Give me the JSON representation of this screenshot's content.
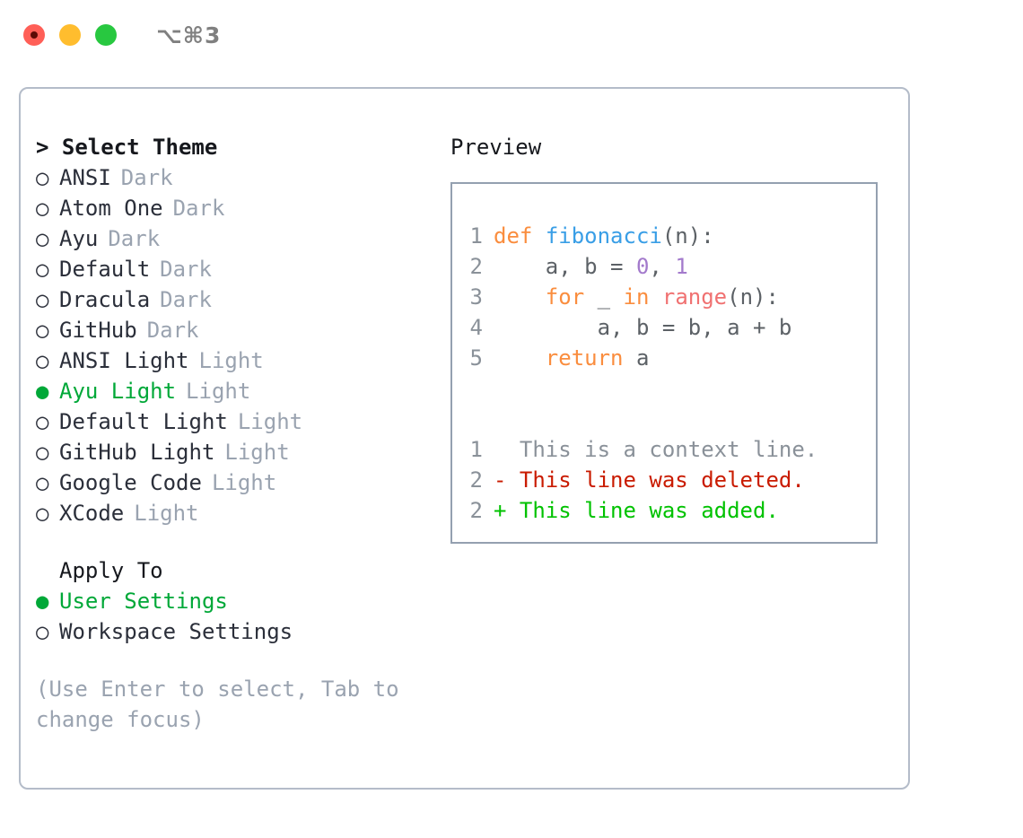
{
  "titlebar": {
    "shortcut": "⌥⌘3",
    "dots": [
      "close-red",
      "minimize-yellow",
      "maximize-green"
    ]
  },
  "theme_list": {
    "header": "> Select Theme",
    "items": [
      {
        "bullet": "○",
        "label": "ANSI",
        "tag": "Dark",
        "selected": false
      },
      {
        "bullet": "○",
        "label": "Atom One",
        "tag": "Dark",
        "selected": false
      },
      {
        "bullet": "○",
        "label": "Ayu",
        "tag": "Dark",
        "selected": false
      },
      {
        "bullet": "○",
        "label": "Default",
        "tag": "Dark",
        "selected": false
      },
      {
        "bullet": "○",
        "label": "Dracula",
        "tag": "Dark",
        "selected": false
      },
      {
        "bullet": "○",
        "label": "GitHub",
        "tag": "Dark",
        "selected": false
      },
      {
        "bullet": "○",
        "label": "ANSI Light",
        "tag": "Light",
        "selected": false
      },
      {
        "bullet": "●",
        "label": "Ayu Light",
        "tag": "Light",
        "selected": true
      },
      {
        "bullet": "○",
        "label": "Default Light",
        "tag": "Light",
        "selected": false
      },
      {
        "bullet": "○",
        "label": "GitHub Light",
        "tag": "Light",
        "selected": false
      },
      {
        "bullet": "○",
        "label": "Google Code",
        "tag": "Light",
        "selected": false
      },
      {
        "bullet": "○",
        "label": "XCode",
        "tag": "Light",
        "selected": false
      }
    ]
  },
  "apply_to": {
    "header": "Apply To",
    "items": [
      {
        "bullet": "●",
        "label": "User Settings",
        "selected": true
      },
      {
        "bullet": "○",
        "label": "Workspace Settings",
        "selected": false
      }
    ]
  },
  "hint": "(Use Enter to select, Tab to change focus)",
  "preview": {
    "title": "Preview",
    "code_lines": [
      {
        "num": "1",
        "tokens": [
          {
            "t": "def",
            "c": "tok-kw"
          },
          {
            "t": " ",
            "c": "tok-pun"
          },
          {
            "t": "fibonacci",
            "c": "tok-fn"
          },
          {
            "t": "(n):",
            "c": "tok-pun"
          }
        ]
      },
      {
        "num": "2",
        "tokens": [
          {
            "t": "    a, b = ",
            "c": "tok-var"
          },
          {
            "t": "0",
            "c": "tok-num"
          },
          {
            "t": ", ",
            "c": "tok-pun"
          },
          {
            "t": "1",
            "c": "tok-num"
          }
        ]
      },
      {
        "num": "3",
        "tokens": [
          {
            "t": "    ",
            "c": "tok-pun"
          },
          {
            "t": "for",
            "c": "tok-kw"
          },
          {
            "t": " _ ",
            "c": "tok-var"
          },
          {
            "t": "in",
            "c": "tok-kw"
          },
          {
            "t": " ",
            "c": "tok-pun"
          },
          {
            "t": "range",
            "c": "tok-call"
          },
          {
            "t": "(n):",
            "c": "tok-pun"
          }
        ]
      },
      {
        "num": "4",
        "tokens": [
          {
            "t": "        a, b = b, a + b",
            "c": "tok-var"
          }
        ]
      },
      {
        "num": "5",
        "tokens": [
          {
            "t": "    ",
            "c": "tok-pun"
          },
          {
            "t": "return",
            "c": "tok-kw"
          },
          {
            "t": " a",
            "c": "tok-var"
          }
        ]
      }
    ],
    "diff_lines": [
      {
        "num": "1",
        "marker": " ",
        "text": " This is a context line.",
        "kind": "diff-context"
      },
      {
        "num": "2",
        "marker": "-",
        "text": " This line was deleted.",
        "kind": "diff-del"
      },
      {
        "num": "2",
        "marker": "+",
        "text": " This line was added.",
        "kind": "diff-add"
      }
    ]
  },
  "colors": {
    "accent_green": "#00a838",
    "muted": "#9aa3b0",
    "text": "#2b2f3a",
    "panel_border": "#b4bcc9",
    "preview_border": "#94a0b0",
    "kw_orange": "#fa8d3e",
    "fn_blue": "#399ee6",
    "num_purple": "#a37acc",
    "call_red": "#f07171",
    "diff_del": "#c91b00",
    "diff_add": "#00c200"
  }
}
